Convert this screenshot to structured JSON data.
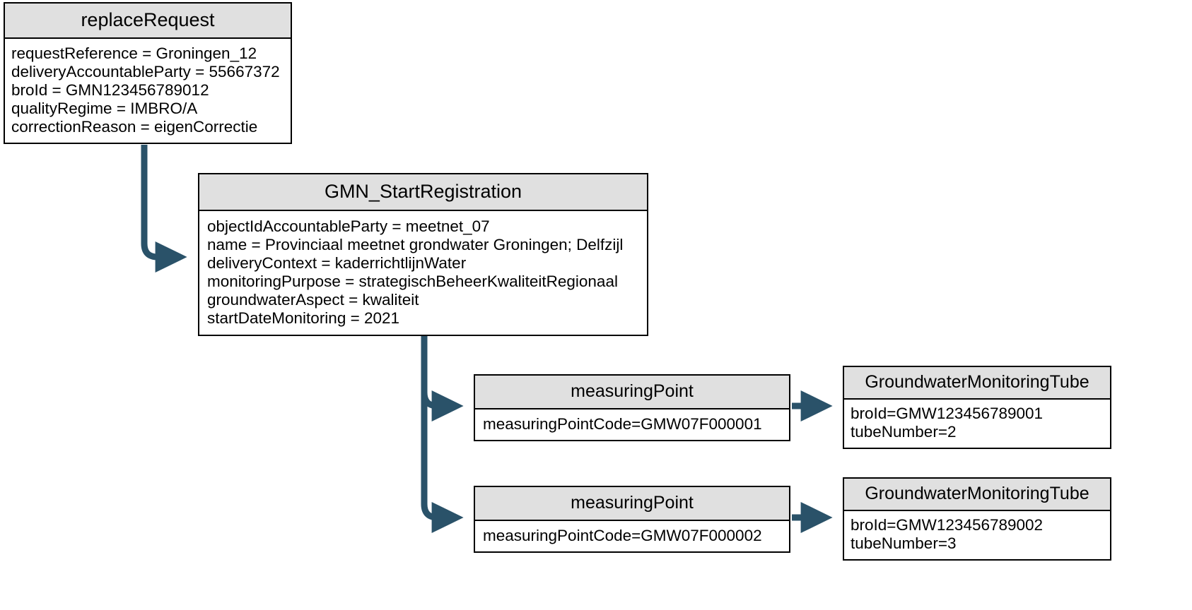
{
  "diagram": {
    "title": "replaceRequest GMN_StartRegistration object diagram",
    "accent_color": "#2A5269",
    "box_header_fill": "#E0E0E0",
    "box_border_color": "#000000",
    "background_color": "#FFFFFF"
  },
  "boxes": {
    "replace_request": {
      "title": "replaceRequest",
      "attributes": [
        "requestReference = Groningen_12",
        "deliveryAccountableParty = 55667372",
        "broId = GMN123456789012",
        "qualityRegime = IMBRO/A",
        "correctionReason = eigenCorrectie"
      ]
    },
    "gmn_start_registration": {
      "title": "GMN_StartRegistration",
      "attributes": [
        "objectIdAccountableParty = meetnet_07",
        "name = Provinciaal meetnet grondwater Groningen; Delfzijl",
        "deliveryContext = kaderrichtlijnWater",
        "monitoringPurpose = strategischBeheerKwaliteitRegionaal",
        "groundwaterAspect = kwaliteit",
        "startDateMonitoring = 2021"
      ]
    },
    "measuring_point_1": {
      "title": "measuringPoint",
      "attributes": [
        "measuringPointCode=GMW07F000001"
      ]
    },
    "measuring_point_2": {
      "title": "measuringPoint",
      "attributes": [
        "measuringPointCode=GMW07F000002"
      ]
    },
    "tube_1": {
      "title": "GroundwaterMonitoringTube",
      "attributes": [
        "broId=GMW123456789001",
        "tubeNumber=2"
      ]
    },
    "tube_2": {
      "title": "GroundwaterMonitoringTube",
      "attributes": [
        "broId=GMW123456789002",
        "tubeNumber=3"
      ]
    }
  },
  "connectors": [
    {
      "name": "replace-request-to-gmn-startregistration",
      "from": "replaceRequest",
      "to": "GMN_StartRegistration"
    },
    {
      "name": "gmn-startregistration-to-measuring-point-1",
      "from": "GMN_StartRegistration",
      "to": "measuringPoint 1"
    },
    {
      "name": "gmn-startregistration-to-measuring-point-2",
      "from": "GMN_StartRegistration",
      "to": "measuringPoint 2"
    },
    {
      "name": "measuring-point-1-to-tube-1",
      "from": "measuringPoint 1",
      "to": "GroundwaterMonitoringTube 1"
    },
    {
      "name": "measuring-point-2-to-tube-2",
      "from": "measuringPoint 2",
      "to": "GroundwaterMonitoringTube 2"
    }
  ]
}
